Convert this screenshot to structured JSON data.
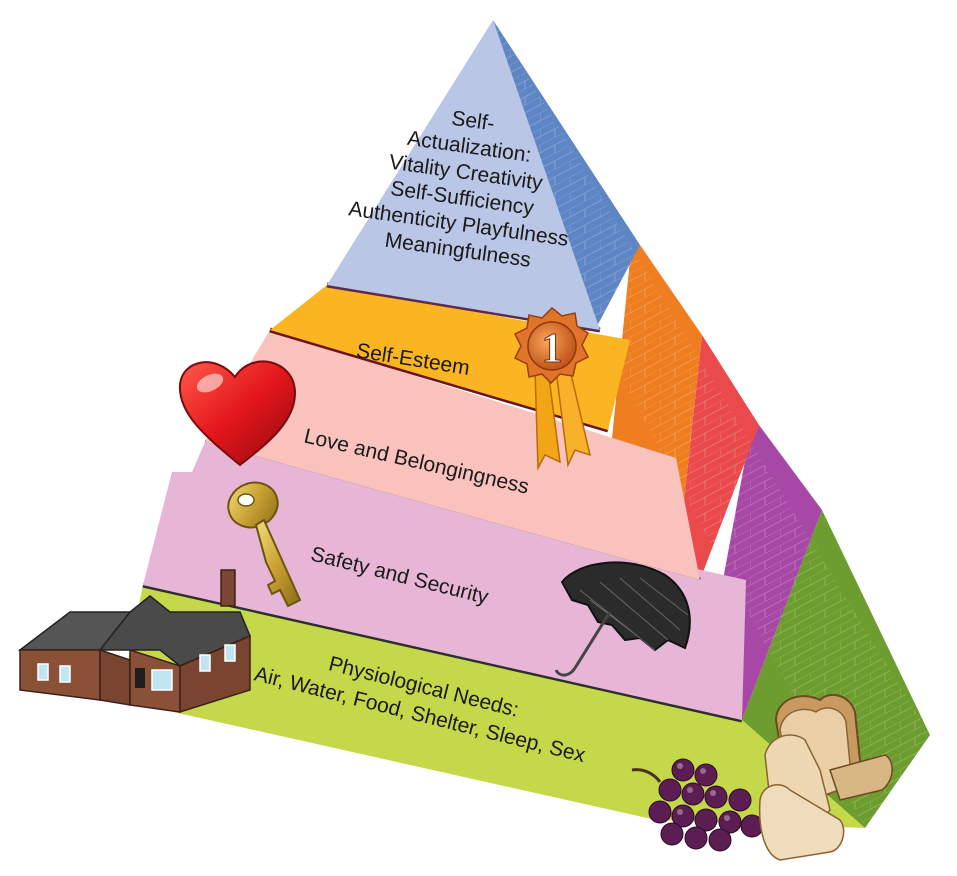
{
  "levels": [
    {
      "name": "Self-Actualization",
      "lines": [
        "Self-",
        "Actualization:",
        "Vitality Creativity",
        "Self-Sufficiency",
        "Authenticity Playfulness",
        "Meaningfulness"
      ],
      "front_color": "#b9c6e6",
      "side_color": "#5f86c4"
    },
    {
      "name": "Self-Esteem",
      "lines": [
        "Self-Esteem"
      ],
      "front_color": "#fbb523",
      "side_color": "#ee7e1f"
    },
    {
      "name": "Love and Belongingness",
      "lines": [
        "Love and Belongingness"
      ],
      "front_color": "#f9c2bd",
      "side_color": "#ea4a4c"
    },
    {
      "name": "Safety and Security",
      "lines": [
        "Safety and Security"
      ],
      "front_color": "#e7b6d6",
      "side_color": "#a848a6"
    },
    {
      "name": "Physiological Needs",
      "lines": [
        "Physiological Needs:",
        "Air, Water, Food, Shelter, Sleep, Sex"
      ],
      "front_color": "#c4d84a",
      "side_color": "#6e9d2f"
    }
  ],
  "badge": {
    "number": "1",
    "icon": "ribbon-medal-icon"
  },
  "icons": [
    "heart-icon",
    "key-icon",
    "umbrella-icon",
    "house-icon",
    "grapes-icon",
    "bread-icon"
  ]
}
